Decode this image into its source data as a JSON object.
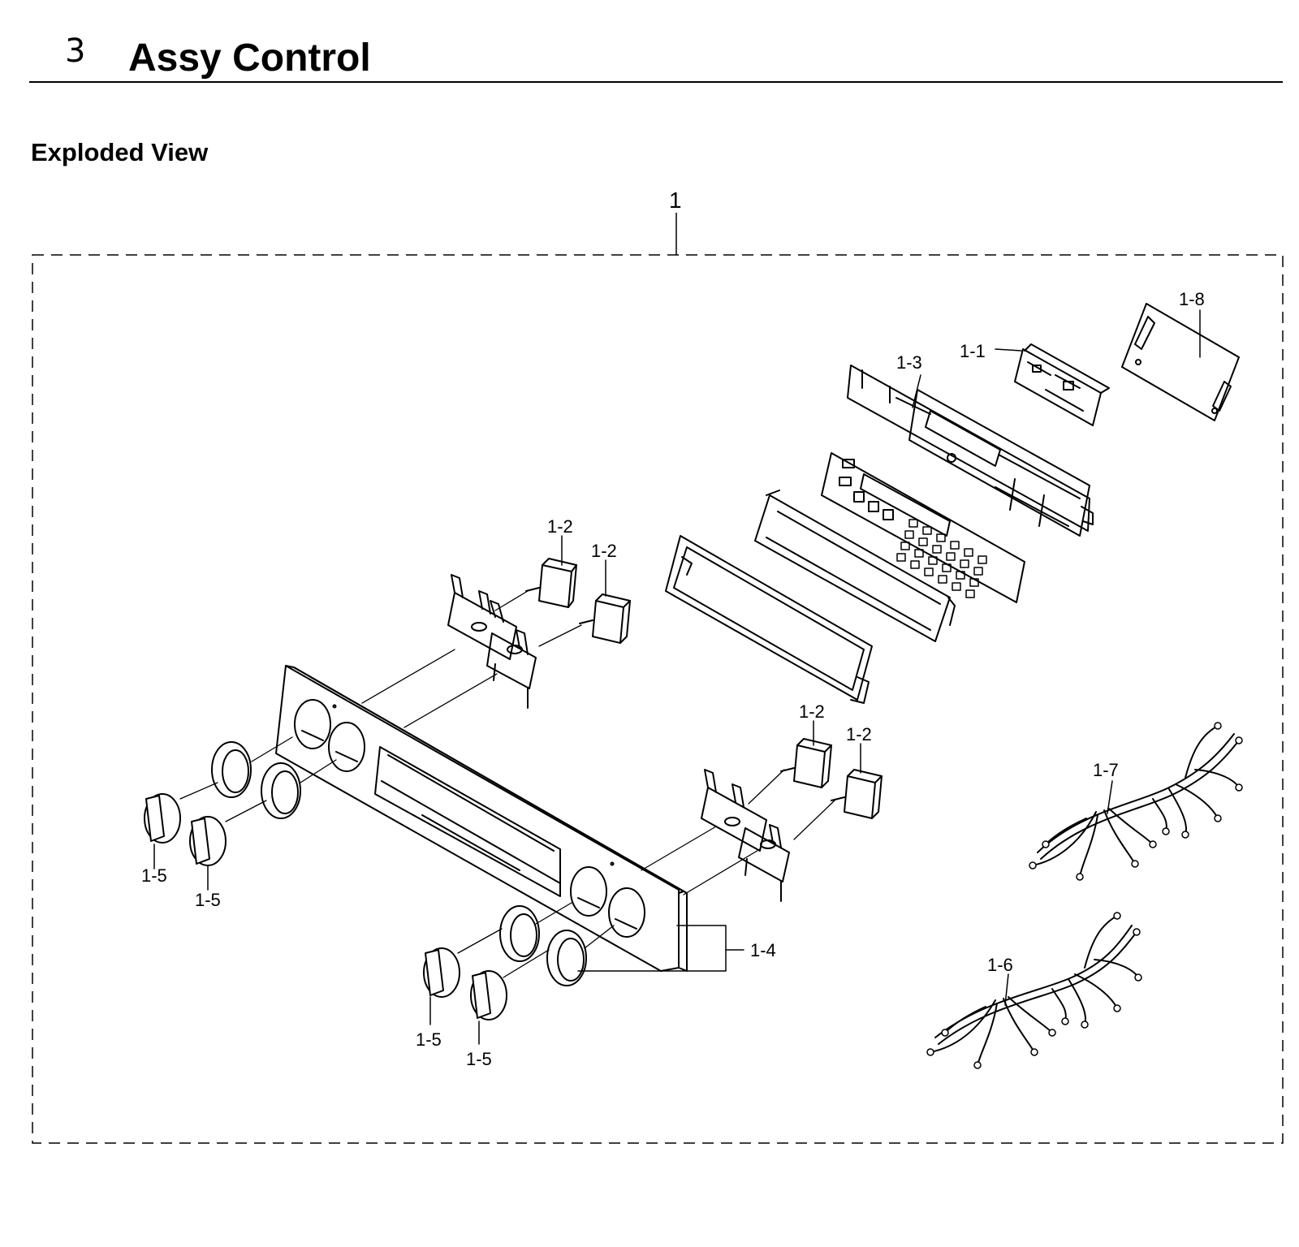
{
  "header": {
    "section_number": "3",
    "section_title": "Assy Control",
    "subheading": "Exploded View"
  },
  "diagram": {
    "assembly_label": "1",
    "labels": {
      "l_1_1": "1-1",
      "l_1_2_a": "1-2",
      "l_1_2_b": "1-2",
      "l_1_2_c": "1-2",
      "l_1_2_d": "1-2",
      "l_1_3": "1-3",
      "l_1_4": "1-4",
      "l_1_5_a": "1-5",
      "l_1_5_b": "1-5",
      "l_1_5_c": "1-5",
      "l_1_5_d": "1-5",
      "l_1_6": "1-6",
      "l_1_7": "1-7",
      "l_1_8": "1-8"
    }
  }
}
